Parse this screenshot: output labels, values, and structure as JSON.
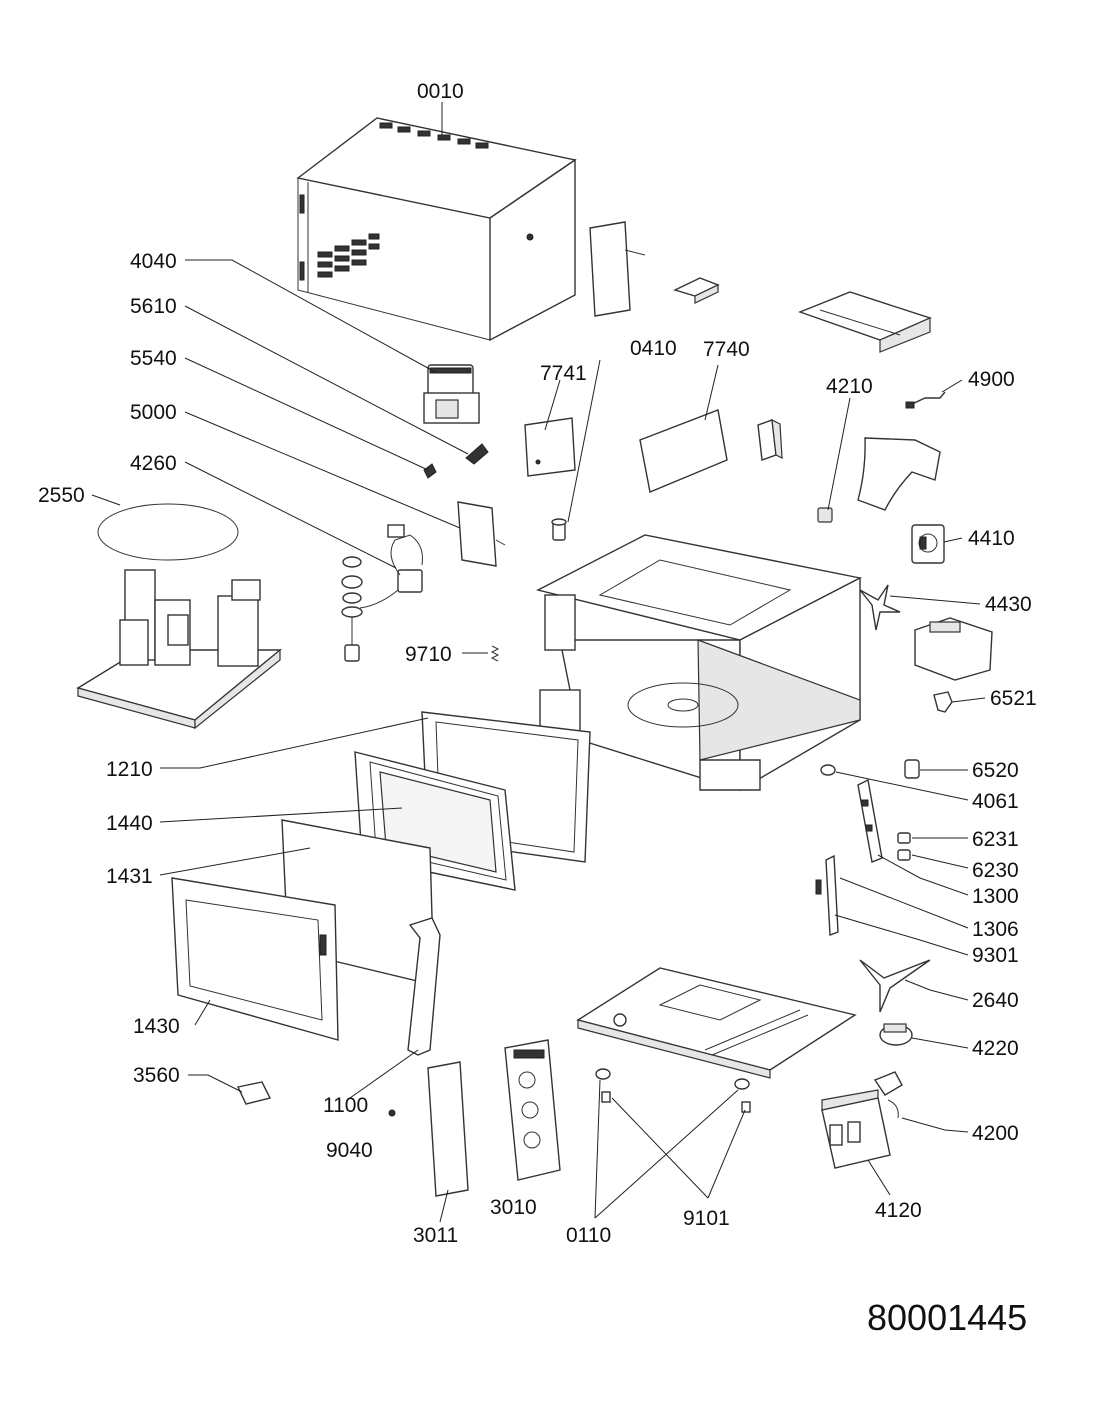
{
  "document_number": "80001445",
  "labels": {
    "p0010": "0010",
    "p4040": "4040",
    "p5610": "5610",
    "p5540": "5540",
    "p5000": "5000",
    "p4260": "4260",
    "p2550": "2550",
    "p7741": "7741",
    "p0410": "0410",
    "p7740": "7740",
    "p4210": "4210",
    "p4900": "4900",
    "p4410": "4410",
    "p4430": "4430",
    "p9710": "9710",
    "p6521": "6521",
    "p1210": "1210",
    "p6520": "6520",
    "p4061": "4061",
    "p1440": "1440",
    "p6231": "6231",
    "p6230": "6230",
    "p1431": "1431",
    "p1300": "1300",
    "p1306": "1306",
    "p9301": "9301",
    "p2640": "2640",
    "p1430": "1430",
    "p4220": "4220",
    "p3560": "3560",
    "p1100": "1100",
    "p4200": "4200",
    "p9040": "9040",
    "p3010": "3010",
    "p9101": "9101",
    "p4120": "4120",
    "p3011": "3011",
    "p0110": "0110"
  }
}
